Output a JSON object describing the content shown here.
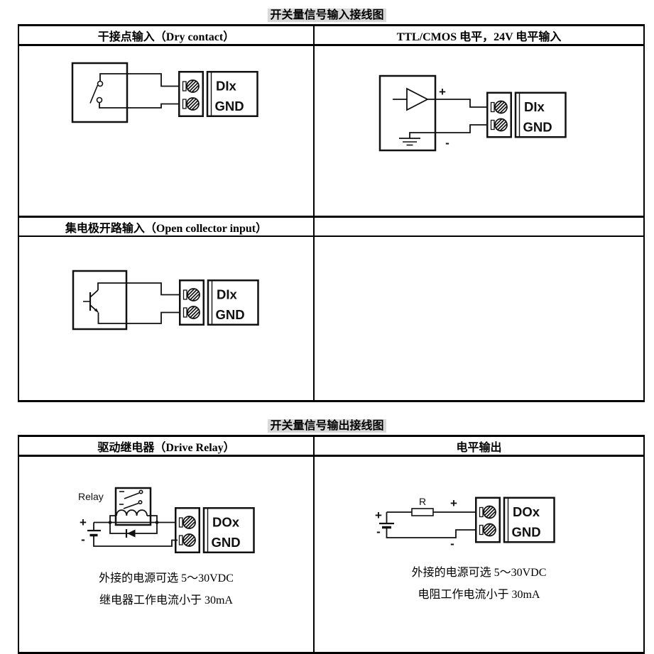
{
  "colors": {
    "title_highlight": "#d9d9d9",
    "line": "#111111",
    "border": "#000000"
  },
  "input_section": {
    "title": "开关量信号输入接线图",
    "dry_contact": {
      "header": "干接点输入（Dry contact）",
      "port": "DIx",
      "gnd": "GND"
    },
    "ttl_cmos": {
      "header": "TTL/CMOS 电平，24V 电平输入",
      "port": "DIx",
      "gnd": "GND",
      "plus": "+",
      "minus": "-"
    },
    "open_collector": {
      "header": "集电极开路输入（Open collector input）",
      "port": "DIx",
      "gnd": "GND"
    }
  },
  "output_section": {
    "title": "开关量信号输出接线图",
    "drive_relay": {
      "header": "驱动继电器（Drive Relay）",
      "relay_label": "Relay",
      "port": "DOx",
      "gnd": "GND",
      "plus": "+",
      "minus": "-",
      "notes": [
        "外接的电源可选 5～30VDC",
        "继电器工作电流小于 30mA"
      ]
    },
    "level_output": {
      "header": "电平输出",
      "resistor_label": "R",
      "port": "DOx",
      "gnd": "GND",
      "plus": "+",
      "minus": "-",
      "notes": [
        "外接的电源可选 5～30VDC",
        "电阻工作电流小于 30mA"
      ]
    }
  }
}
